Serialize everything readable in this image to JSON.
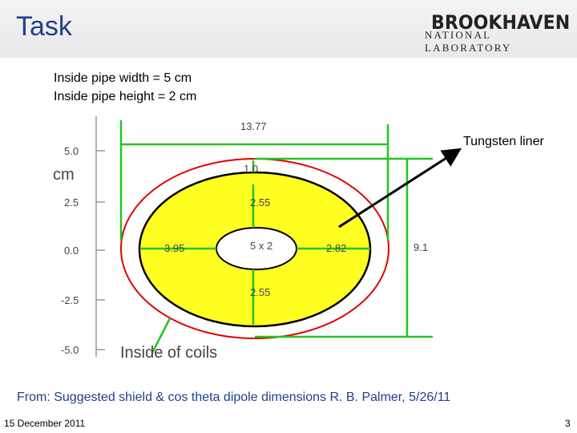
{
  "header": {
    "title": "Task",
    "logo": {
      "name": "BROOKHAVEN",
      "subtitle": "NATIONAL LABORATORY"
    }
  },
  "specs": [
    "Inside pipe width = 5 cm",
    "Inside pipe height = 2 cm"
  ],
  "diagram": {
    "y_axis": {
      "unit": "cm",
      "ticks": [
        "5.0",
        "2.5",
        "0.0",
        "-2.5",
        "-5.0"
      ]
    },
    "dimensions": {
      "outer_width": "13.77",
      "top_gap": "1.0",
      "upper_thickness": "2.55",
      "left_thickness": "3.95",
      "bore": "5 x 2",
      "right_thickness": "2.82",
      "lower_thickness": "2.55",
      "height": "9.1"
    },
    "coil_label": "Inside of coils",
    "callout": "Tungsten liner",
    "colors": {
      "yoke_fill": "#ffff22",
      "liner_outline": "#e00000",
      "dimension_lines": "#22c422",
      "arrow": "#000000"
    }
  },
  "source": "From: Suggested shield & cos theta dipole dimensions R. B. Palmer, 5/26/11",
  "footer": {
    "date": "15 December 2011",
    "page": "3"
  }
}
